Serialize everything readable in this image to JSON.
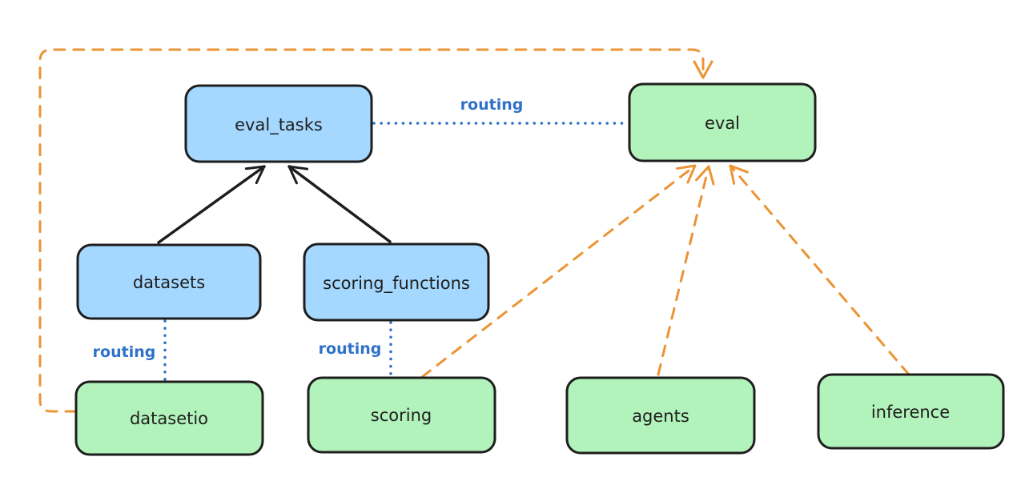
{
  "diagram": {
    "nodes": {
      "eval_tasks": {
        "label": "eval_tasks",
        "fill": "#a5d8ff",
        "stroke": "#1e1e1e"
      },
      "eval": {
        "label": "eval",
        "fill": "#b2f2bb",
        "stroke": "#1e1e1e"
      },
      "datasets": {
        "label": "datasets",
        "fill": "#a5d8ff",
        "stroke": "#1e1e1e"
      },
      "scoring_functions": {
        "label": "scoring_functions",
        "fill": "#a5d8ff",
        "stroke": "#1e1e1e"
      },
      "datasetio": {
        "label": "datasetio",
        "fill": "#b2f2bb",
        "stroke": "#1e1e1e"
      },
      "scoring": {
        "label": "scoring",
        "fill": "#b2f2bb",
        "stroke": "#1e1e1e"
      },
      "agents": {
        "label": "agents",
        "fill": "#b2f2bb",
        "stroke": "#1e1e1e"
      },
      "inference": {
        "label": "inference",
        "fill": "#b2f2bb",
        "stroke": "#1e1e1e"
      }
    },
    "edges": [
      {
        "from": "datasets",
        "to": "eval_tasks",
        "style": "solid",
        "color": "#1e1e1e",
        "label": ""
      },
      {
        "from": "scoring_functions",
        "to": "eval_tasks",
        "style": "solid",
        "color": "#1e1e1e",
        "label": ""
      },
      {
        "from": "eval_tasks",
        "to": "eval",
        "style": "dotted",
        "color": "#2f71c8",
        "label": "routing"
      },
      {
        "from": "datasets",
        "to": "datasetio",
        "style": "dotted",
        "color": "#2f71c8",
        "label": "routing"
      },
      {
        "from": "scoring_functions",
        "to": "scoring",
        "style": "dotted",
        "color": "#2f71c8",
        "label": "routing"
      },
      {
        "from": "datasetio",
        "to": "eval",
        "style": "dashed",
        "color": "#eb9434",
        "label": ""
      },
      {
        "from": "scoring",
        "to": "eval",
        "style": "dashed",
        "color": "#eb9434",
        "label": ""
      },
      {
        "from": "agents",
        "to": "eval",
        "style": "dashed",
        "color": "#eb9434",
        "label": ""
      },
      {
        "from": "inference",
        "to": "eval",
        "style": "dashed",
        "color": "#eb9434",
        "label": ""
      }
    ],
    "colors": {
      "node_blue": "#a5d8ff",
      "node_green": "#b2f2bb",
      "stroke_dark": "#1e1e1e",
      "routing_blue": "#2f71c8",
      "provider_orange": "#eb9434",
      "background": "#ffffff"
    }
  }
}
